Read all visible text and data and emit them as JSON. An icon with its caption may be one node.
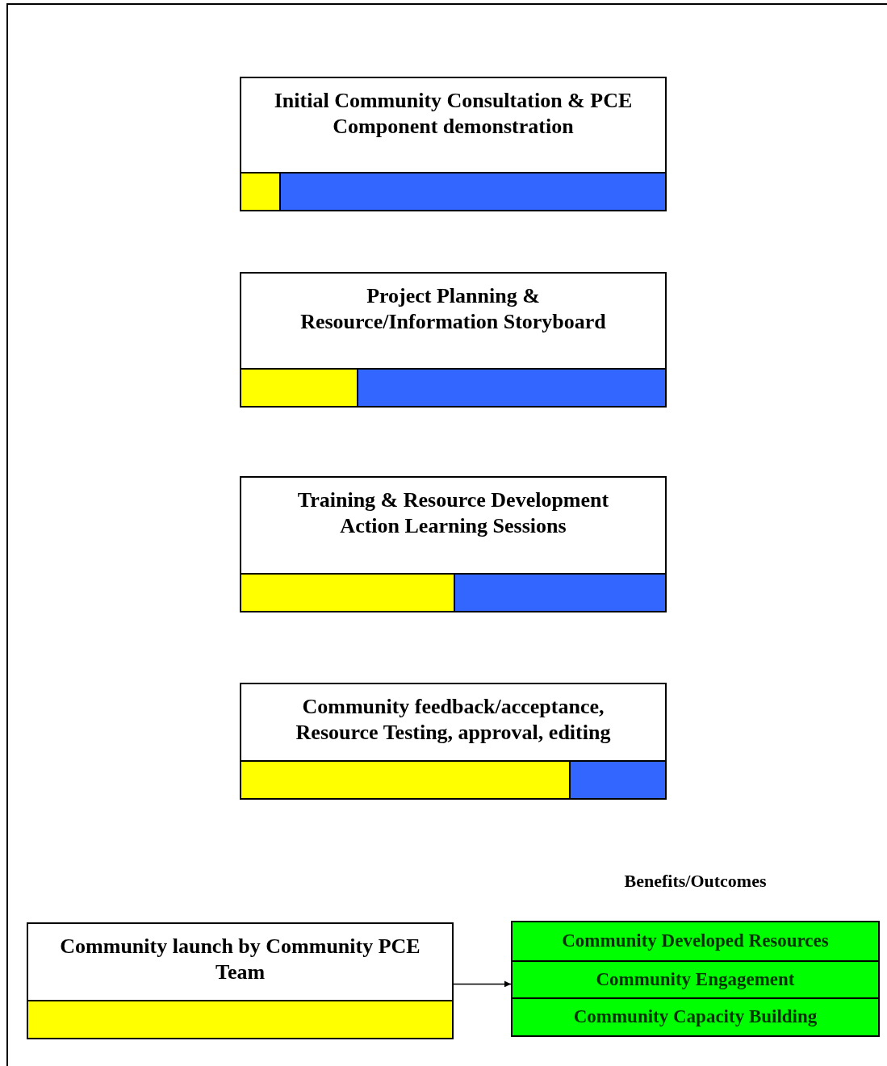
{
  "diagram": {
    "nodes": [
      {
        "text": [
          "Initial Community Consultation & PCE Component demonstration"
        ]
      },
      {
        "text": [
          "Project Planning & Resource/Information Storyboard"
        ]
      },
      {
        "text": [
          "Training & Resource Development Action Learning Sessions"
        ]
      },
      {
        "text": [
          "Community feedback/acceptance, Resource Testing, approval, editing"
        ]
      },
      {
        "text": [
          "Community launch by Community PCE Team"
        ]
      },
      {
        "text": [
          "Benefits/Outcomes"
        ]
      },
      {
        "text": [
          "Community Developed Resources"
        ],
        "in": 5
      },
      {
        "text": [
          "Community Engagement"
        ],
        "in": 5
      },
      {
        "text": [
          "Community Capacity Building"
        ],
        "in": 5
      }
    ],
    "edges": [
      {
        "from": 4,
        "to": 5,
        "arrow": "to"
      }
    ]
  }
}
